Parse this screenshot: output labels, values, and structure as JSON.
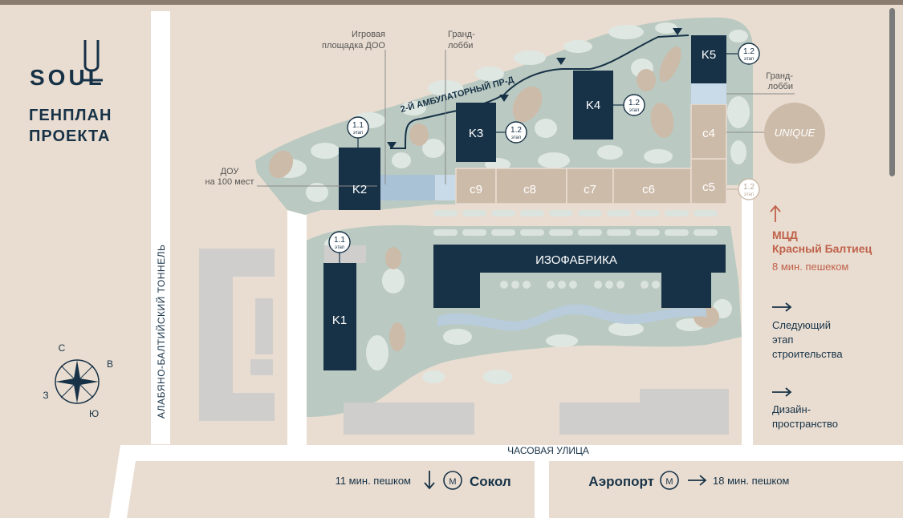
{
  "brand": {
    "logo_text": "SOUL",
    "title_line1": "ГЕНПЛАН",
    "title_line2": "ПРОЕКТА"
  },
  "streets": {
    "tunnel": "АЛАБЯНО-БАЛТИЙСКИЙ ТОННЕЛЬ",
    "amb": "2-Й АМБУЛАТОРНЫЙ ПР-Д",
    "chas": "ЧАСОВАЯ УЛИЦА"
  },
  "callouts": {
    "play": [
      "Игровая",
      "площадка ДОО"
    ],
    "grand1": [
      "Гранд-",
      "лобби"
    ],
    "grand2": [
      "Гранд-",
      "лобби"
    ],
    "dou": [
      "ДОУ",
      "на 100 мест"
    ]
  },
  "buildings": {
    "K1": "K1",
    "K2": "K2",
    "K3": "K3",
    "K4": "K4",
    "K5": "K5",
    "izo": "ИЗОФАБРИКА",
    "c4": "c4",
    "c5": "c5",
    "c6": "c6",
    "c7": "c7",
    "c8": "c8",
    "c9": "c9"
  },
  "stages": {
    "s11a": "1.1",
    "s11b": "1.1",
    "s12a": "1.2",
    "s12b": "1.2",
    "s12c": "1.2",
    "s12d": "1.2",
    "unit": "этап"
  },
  "unique_logo": "UNIQUE",
  "legend": {
    "mcd_title": "МЦД",
    "mcd_name": "Красный Балтиец",
    "mcd_time": "8 мин. пешеком",
    "next": [
      "Следующий",
      "этап",
      "строительства"
    ],
    "design": [
      "Дизайн-",
      "пространство"
    ]
  },
  "metro": {
    "sokol_time": "11 мин. пешком",
    "sokol_name": "Сокол",
    "aero_name": "Аэропорт",
    "aero_time": "18 мин. пешком",
    "m_letter": "М"
  },
  "compass": {
    "n": "С",
    "e": "В",
    "s": "Ю",
    "w": "З"
  },
  "colors": {
    "navy": "#173247",
    "sand": "#cdbba9",
    "beige": "#e9ddd1",
    "park": "#bac9c1",
    "mcd": "#c0614a",
    "water": "#b8ccdb"
  }
}
